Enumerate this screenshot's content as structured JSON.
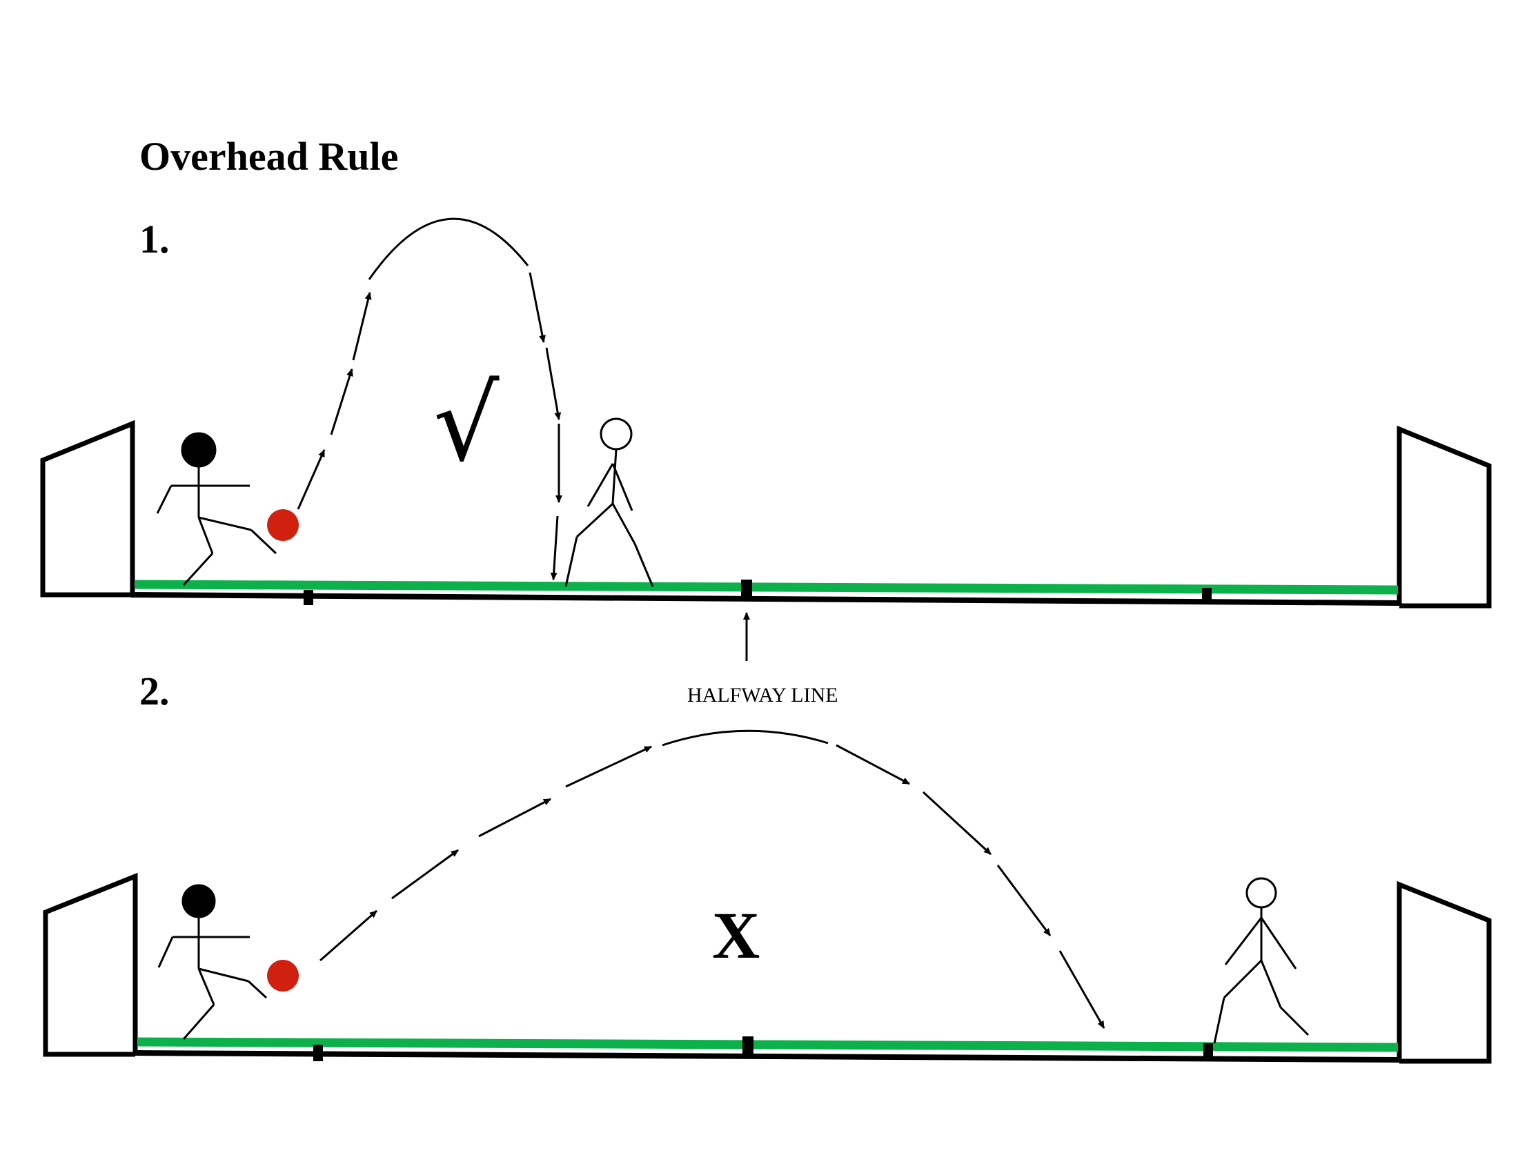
{
  "title": "Overhead Rule",
  "panels": [
    {
      "number": "1.",
      "verdict": "√"
    },
    {
      "number": "2.",
      "verdict": "X"
    }
  ],
  "halfway_label": "HALFWAY LINE",
  "colors": {
    "pitch": "#0db14b",
    "ball": "#d0200f",
    "ink": "#000000"
  }
}
